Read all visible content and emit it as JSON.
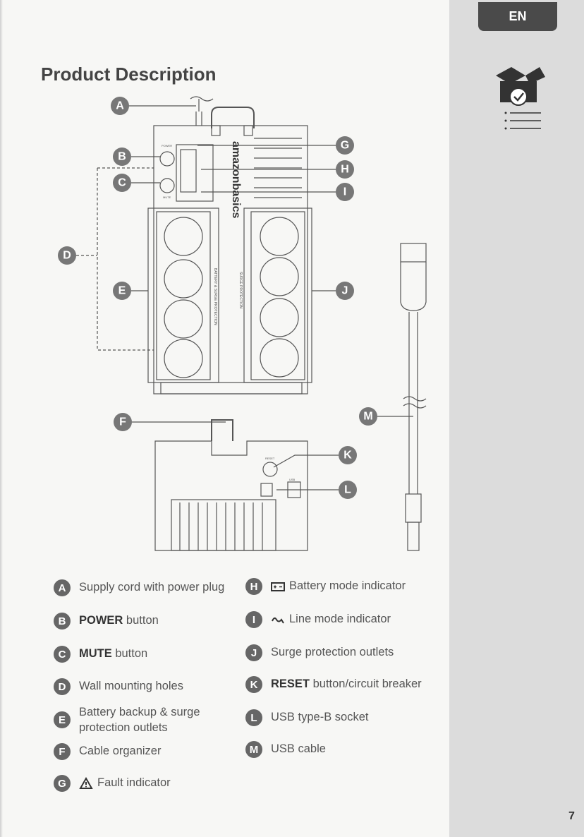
{
  "header": {
    "lang_tab": "EN",
    "title": "Product Description"
  },
  "diagram": {
    "brand_text": "amazonbasics",
    "outlet_side_label_left": "BATTERY & SURGE PROTECTION",
    "outlet_side_label_right": "SURGE PROTECTION",
    "panel_text_power": "POWER",
    "panel_text_mute": "MUTE",
    "panel_text_reset": "RESET",
    "panel_text_usb": "USB",
    "callouts": [
      "A",
      "B",
      "C",
      "D",
      "E",
      "F",
      "G",
      "H",
      "I",
      "J",
      "K",
      "L",
      "M"
    ]
  },
  "legend": {
    "left": [
      {
        "badge": "A",
        "text": "Supply cord with power plug"
      },
      {
        "badge": "B",
        "bold": "POWER",
        "text": " button"
      },
      {
        "badge": "C",
        "bold": "MUTE",
        "text": " button"
      },
      {
        "badge": "D",
        "text": "Wall mounting holes"
      },
      {
        "badge": "E",
        "text": "Battery backup & surge protection outlets"
      },
      {
        "badge": "F",
        "text": "Cable organizer"
      },
      {
        "badge": "G",
        "icon": "warning-triangle-icon",
        "text": "Fault indicator"
      }
    ],
    "right": [
      {
        "badge": "H",
        "icon": "battery-icon",
        "text": "Battery mode indicator"
      },
      {
        "badge": "I",
        "icon": "line-wave-icon",
        "text": "Line mode indicator"
      },
      {
        "badge": "J",
        "text": "Surge protection outlets"
      },
      {
        "badge": "K",
        "bold": "RESET",
        "text": " button/circuit breaker"
      },
      {
        "badge": "L",
        "text": "USB type-B socket"
      },
      {
        "badge": "M",
        "text": "USB cable"
      }
    ]
  },
  "footer": {
    "page_number": "7"
  }
}
